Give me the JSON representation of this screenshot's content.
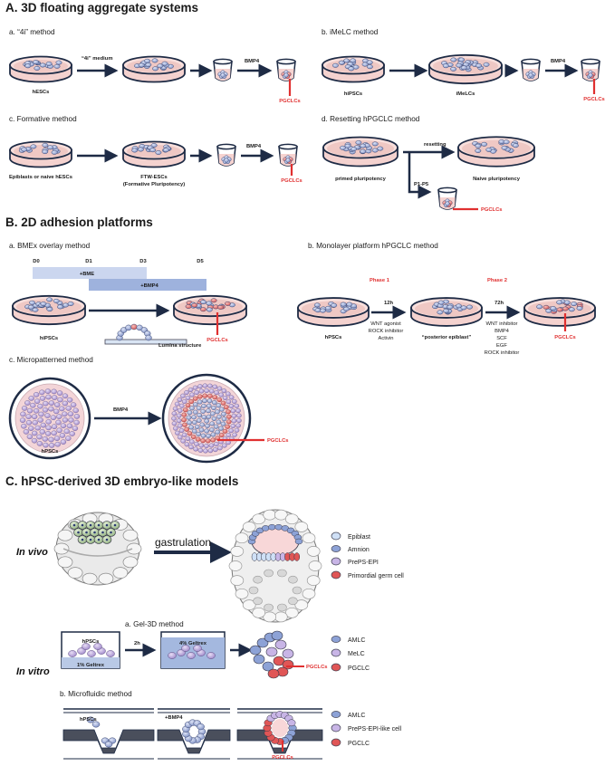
{
  "sectionA": {
    "title": "A.  3D floating aggregate systems",
    "a": {
      "title": "a. “4i” method",
      "medium": "“4i” medium",
      "start": "hESCs",
      "factor": "BMP4",
      "end": "PGCLCs"
    },
    "b": {
      "title": "b. iMeLC method",
      "start": "hiPSCs",
      "mid": "iMeLCs",
      "factor": "BMP4",
      "end": "PGCLCs"
    },
    "c": {
      "title": "c. Formative method",
      "start": "Epiblasts or naive hESCs",
      "mid": "FTW-ESCs",
      "mid2": "(Formative Pluripotency)",
      "factor": "BMP4",
      "end": "PGCLCs"
    },
    "d": {
      "title": "d. Resetting hPGCLC method",
      "start": "primed pluripotency",
      "step": "resetting",
      "mid": "Naive pluripotency",
      "passage": "P1-P5",
      "end": "PGCLCs"
    }
  },
  "sectionB": {
    "title": "B.  2D adhesion platforms",
    "a": {
      "title": "a. BMEx overlay method",
      "days": [
        "D0",
        "D1",
        "D3",
        "D5"
      ],
      "bar1": "+BME",
      "bar2": "+BMP4",
      "start": "hiPSCs",
      "lumina": "Lumina structure",
      "end": "PGCLCs"
    },
    "b": {
      "title": "b. Monolayer platform hPGCLC method",
      "phase1": "Phase 1",
      "phase2": "Phase 2",
      "t1": "12h",
      "t2": "72h",
      "f1": [
        "WNT agonist",
        "ROCK inhibitor",
        "Activin"
      ],
      "f2": [
        "WNT inhibitor",
        "BMP4",
        "SCF",
        "EGF",
        "ROCK inhibitor"
      ],
      "start": "hPSCs",
      "mid": "“posterior epiblast”",
      "end": "PGCLCs"
    },
    "c": {
      "title": "c. Micropatterned method",
      "start": "hPSCs",
      "factor": "BMP4",
      "end": "PGCLCs"
    }
  },
  "sectionC": {
    "title": "C.  hPSC-derived 3D embryo-like models",
    "invivo": "In vivo",
    "invitro": "In vitro",
    "gastrulation": "gastrulation",
    "legend1": [
      "Epiblast",
      "Amnion",
      "PrePS-EPI",
      "Primordial germ cell"
    ],
    "a": {
      "title": "a. Gel-3D method",
      "top": "hPSCs",
      "gel1": "1% Geltrex",
      "gel2": "4% Geltrex",
      "time": "2h",
      "end": "PGCLCs"
    },
    "legend2": [
      "AMLC",
      "MeLC",
      "PGCLC"
    ],
    "b": {
      "title": "b. Microfluidic method",
      "start": "hPSCs",
      "factor": "+BMP4",
      "end": "PGCLCs"
    },
    "legend3": [
      "AMLC",
      "PrePS-EPI-like cell",
      "PGCLC"
    ]
  }
}
